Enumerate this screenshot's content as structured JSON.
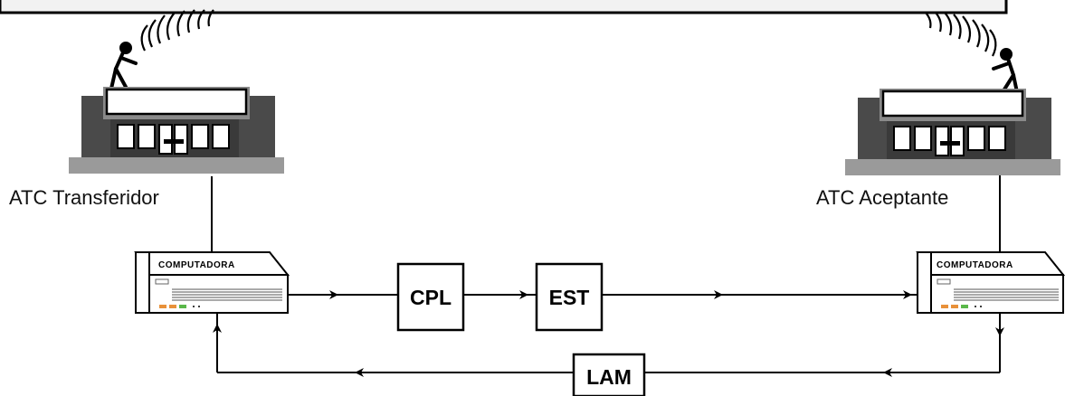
{
  "diagram": {
    "stations": {
      "left": {
        "label": "ATC Transferidor"
      },
      "right": {
        "label": "ATC Aceptante"
      }
    },
    "computers": {
      "left": {
        "label": "COMPUTADORA"
      },
      "right": {
        "label": "COMPUTADORA"
      }
    },
    "messages": {
      "cpl": "CPL",
      "est": "EST",
      "lam": "LAM"
    }
  }
}
